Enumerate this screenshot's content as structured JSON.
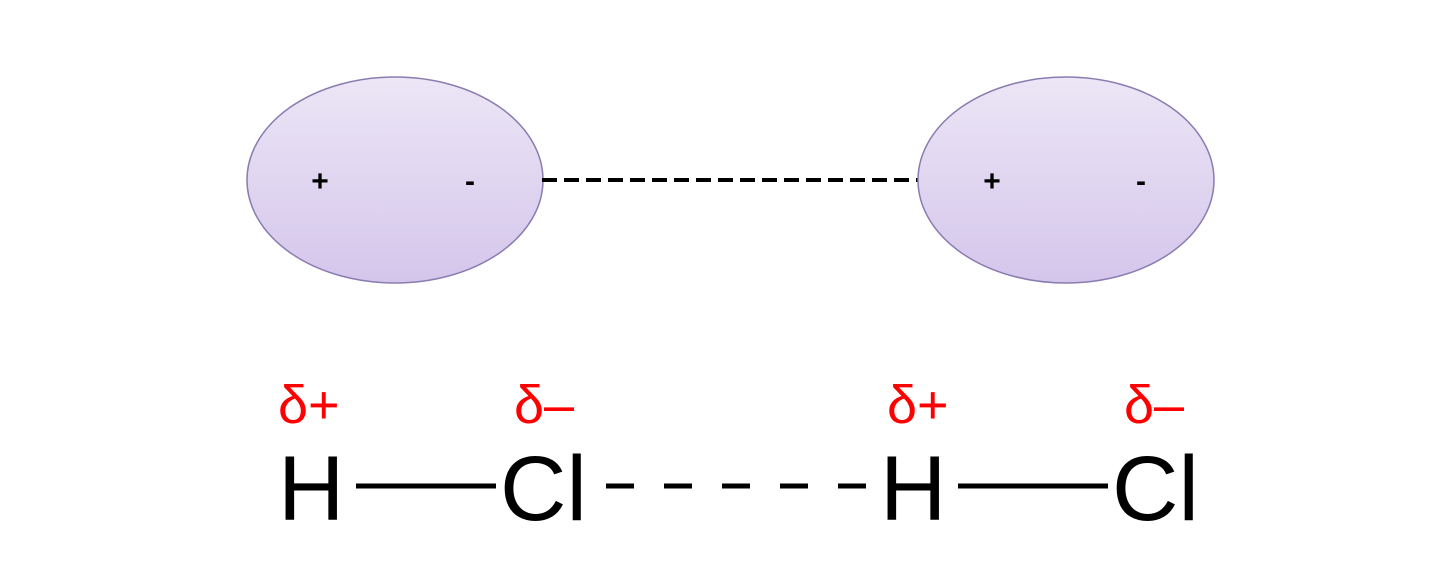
{
  "colors": {
    "dipole_fill_top": "#ece6f6",
    "dipole_fill_bottom": "#d4c6eb",
    "dipole_stroke": "#8a7cb0",
    "partial_charge": "#ff0000",
    "text": "#000000"
  },
  "dipoles": [
    {
      "positive_sign": "+",
      "negative_sign": "-"
    },
    {
      "positive_sign": "+",
      "negative_sign": "-"
    }
  ],
  "formula": {
    "molecule_1": {
      "atom_h": "H",
      "atom_cl": "Cl",
      "charge_h": "δ+",
      "charge_cl": "δ–"
    },
    "molecule_2": {
      "atom_h": "H",
      "atom_cl": "Cl",
      "charge_h": "δ+",
      "charge_cl": "δ–"
    }
  }
}
